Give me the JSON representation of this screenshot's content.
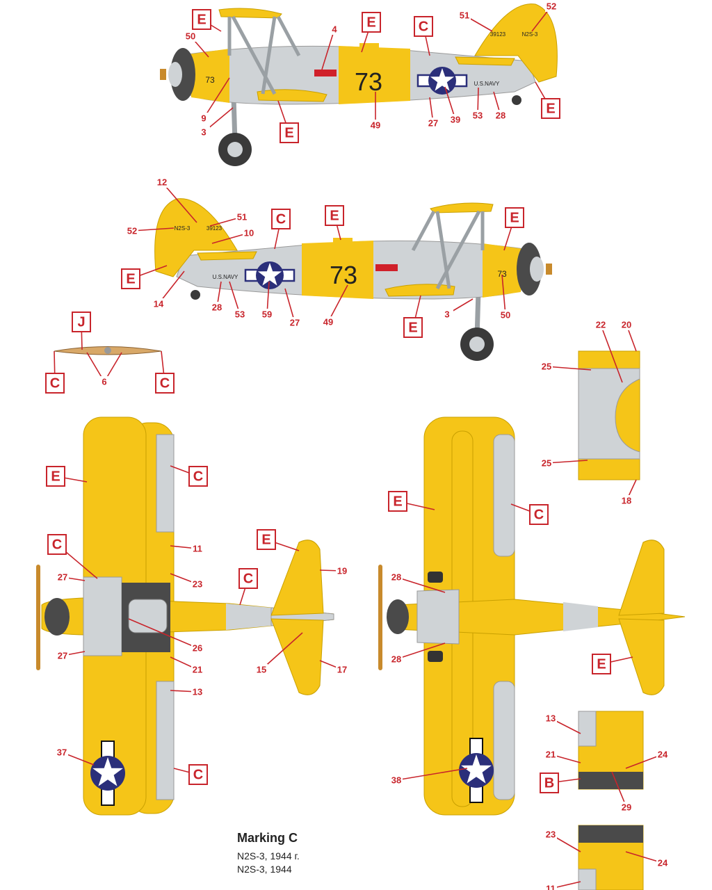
{
  "caption": {
    "title": "Marking C",
    "line1": "N2S-3, 1944 г.",
    "line2": "N2S-3, 1944"
  },
  "aircraft_markings": {
    "side_number": "73",
    "cowl_number": "73",
    "serial": "39123",
    "type_code": "N2S-3",
    "navy_text": "U.S.NAVY"
  },
  "colors": {
    "yellow": "#f5c518",
    "grey": "#cfd3d6",
    "blue": "#2b2f7a",
    "red": "#c8242b",
    "dark": "#4a4a4a"
  },
  "callouts": {
    "side_left": [
      "E",
      "50",
      "E",
      "4",
      "C",
      "51",
      "52",
      "E",
      "9",
      "3",
      "E",
      "49",
      "27",
      "39",
      "53",
      "28"
    ],
    "side_right": [
      "12",
      "52",
      "51",
      "10",
      "C",
      "E",
      "E",
      "E",
      "14",
      "28",
      "53",
      "59",
      "27",
      "49",
      "E",
      "3",
      "50"
    ],
    "propeller": [
      "J",
      "C",
      "6",
      "C"
    ],
    "top_view": [
      "E",
      "C",
      "C",
      "11",
      "E",
      "27",
      "23",
      "C",
      "19",
      "26",
      "27",
      "21",
      "15",
      "17",
      "13",
      "37",
      "C"
    ],
    "bottom_view": [
      "E",
      "C",
      "28",
      "28",
      "E",
      "38"
    ],
    "detail_center": [
      "22",
      "20",
      "25",
      "25",
      "18"
    ],
    "detail_wing": [
      "13",
      "21",
      "24",
      "B",
      "29",
      "23",
      "24",
      "11"
    ]
  }
}
